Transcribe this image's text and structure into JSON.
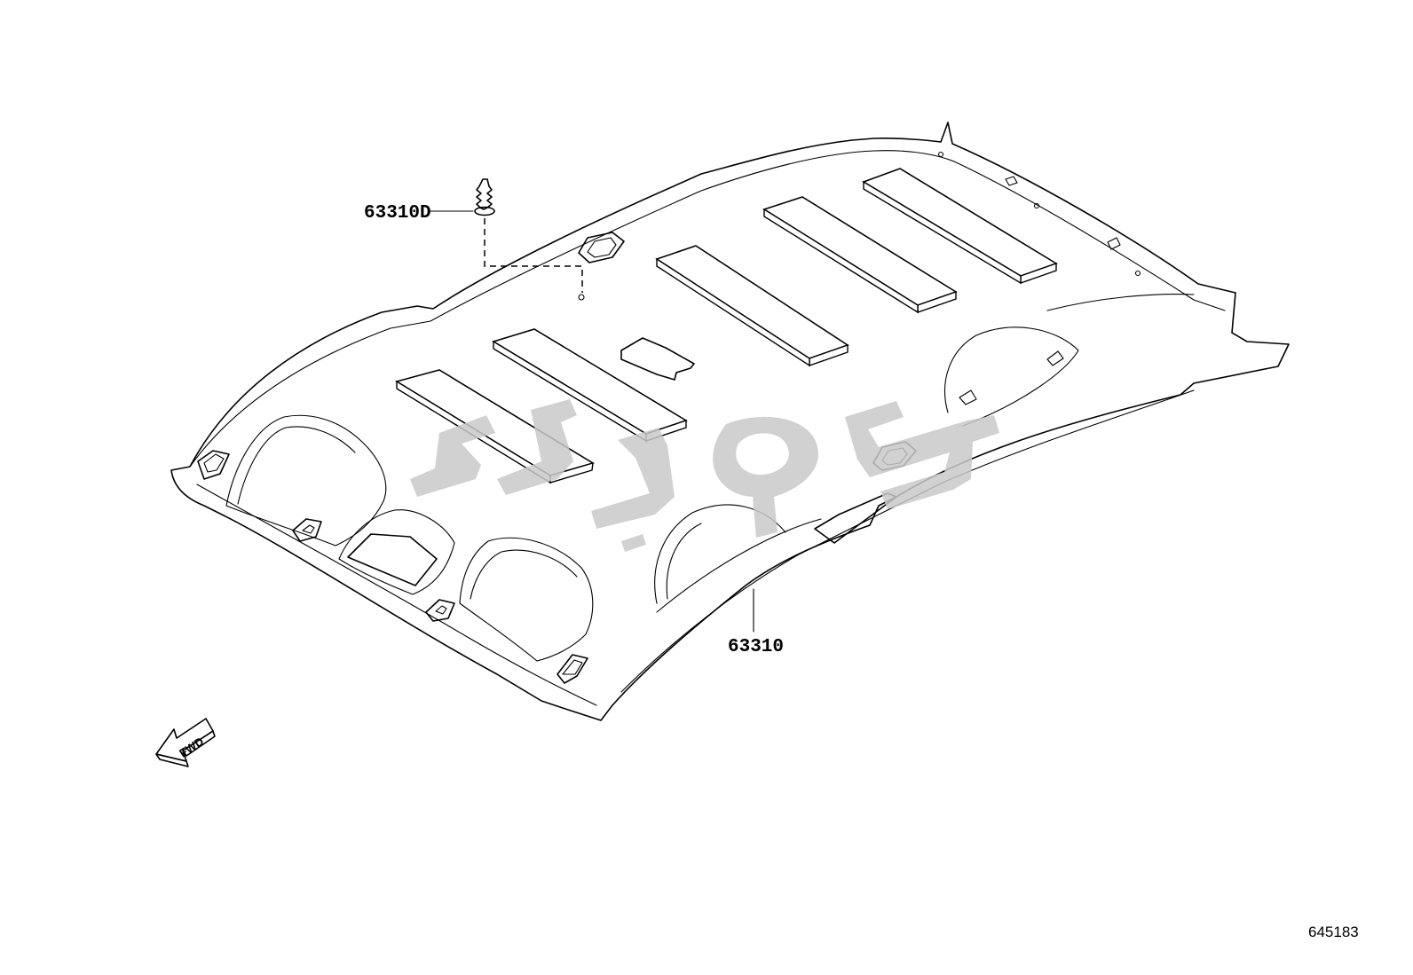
{
  "labels": {
    "fastener_part": "63310D",
    "headliner_part": "63310",
    "direction": "FWD",
    "illustration_code": "645183"
  },
  "icons": [
    "fwd-arrow-icon",
    "clip-fastener-icon"
  ],
  "colors": {
    "line": "#000000",
    "watermark": "#c9c9c9",
    "background": "#ffffff"
  }
}
